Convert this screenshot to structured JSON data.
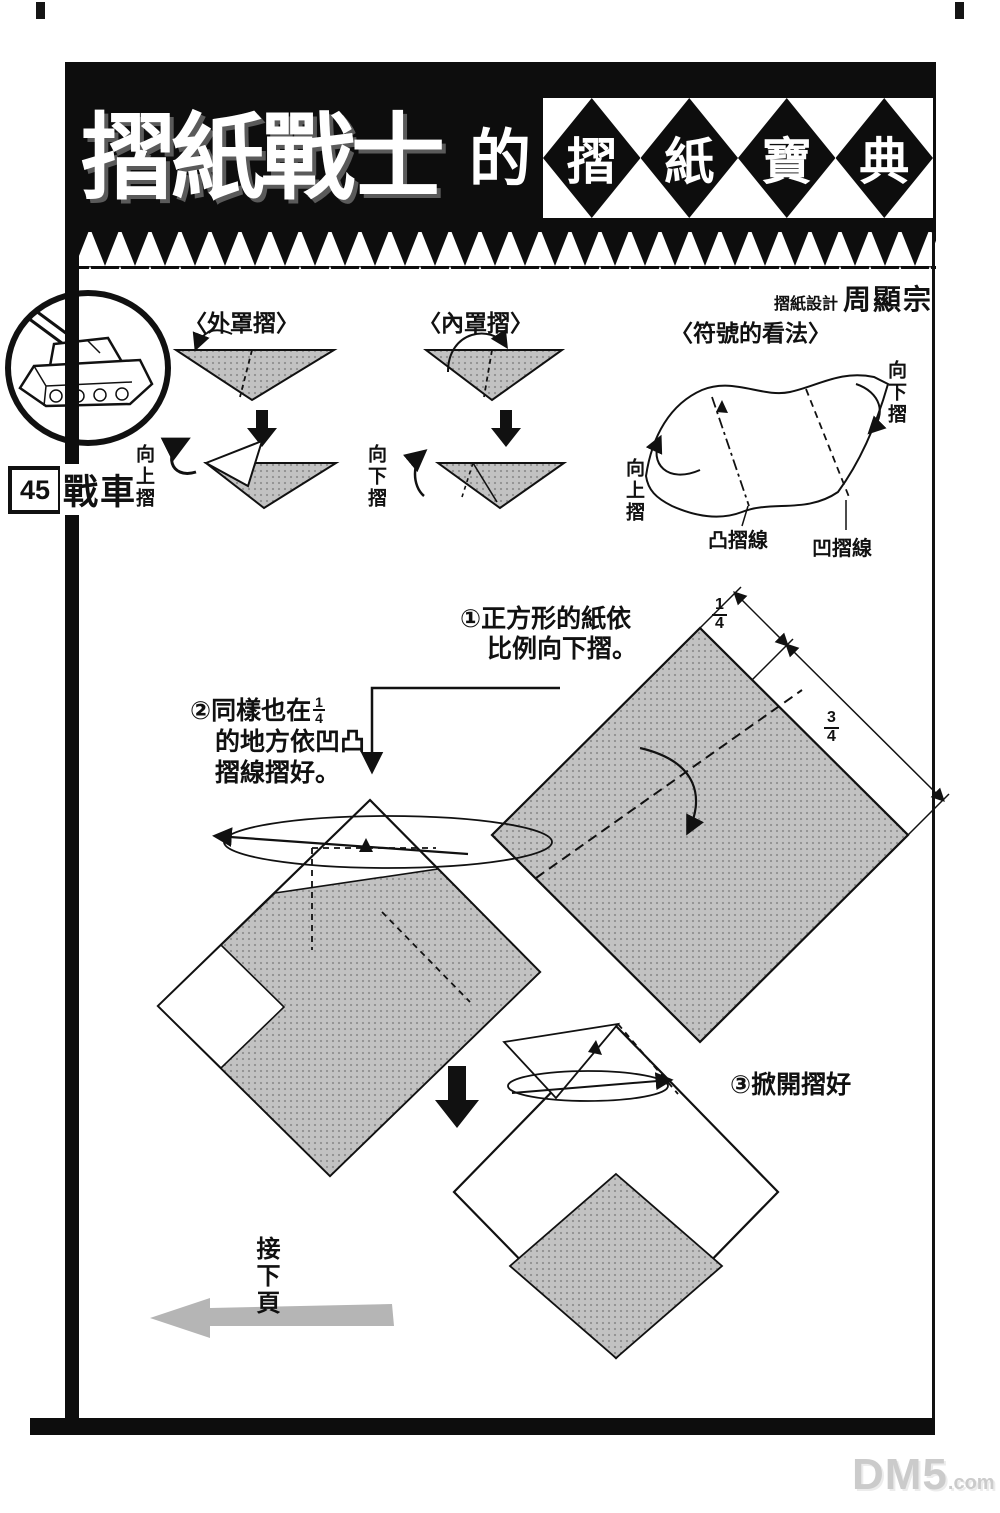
{
  "header": {
    "logo": "摺紙戰士",
    "particle": "的",
    "diamond_chars": [
      "摺",
      "紙",
      "寶",
      "典"
    ],
    "designer_label": "摺紙設計",
    "designer_name": "周顯宗"
  },
  "model": {
    "number": "45",
    "name": "戰車"
  },
  "legend": {
    "outside_fold_title": "〈外罩摺〉",
    "inside_fold_title": "〈內罩摺〉",
    "symbols_title": "〈符號的看法〉",
    "outside_fold_label": "向上摺",
    "inside_fold_label": "向下摺",
    "symbols_fold_down": "向下摺",
    "symbols_fold_up": "向上摺",
    "mountain_line": "凸摺線",
    "valley_line": "凹摺線"
  },
  "steps": {
    "step1_line1": "①正方形的紙依",
    "step1_line2": "比例向下摺。",
    "step2_prefix": "②同樣也在",
    "step2_frac_num": "1",
    "step2_frac_den": "4",
    "step2_line2": "的地方依凹凸",
    "step2_line3": "摺線摺好。",
    "step3_label": "③掀開摺好",
    "continue_label": "接下頁"
  },
  "measurements": {
    "quarter_num": "1",
    "quarter_den": "4",
    "three_quarter_num": "3",
    "three_quarter_den": "4"
  },
  "watermark": {
    "brand": "DM5",
    "suffix": ".com"
  },
  "colors": {
    "ink": "#111111",
    "banner_black": "#0d0d0d",
    "paper_gray": "#c2c2c2",
    "halftone_dot": "#8f8f8f",
    "watermark_gray": "#cbcbcb"
  }
}
